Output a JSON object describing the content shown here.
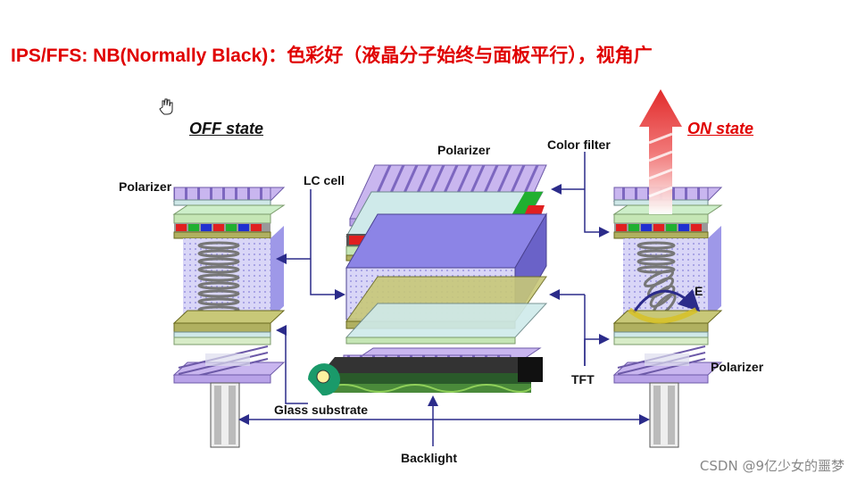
{
  "title": "IPS/FFS: NB(Normally Black)：色彩好（液晶分子始终与面板平行），视角广",
  "labels": {
    "off_state": "OFF state",
    "on_state": "ON state",
    "polarizer_left": "Polarizer",
    "lc_cell": "LC cell",
    "polarizer_top": "Polarizer",
    "color_filter": "Color filter",
    "tft": "TFT",
    "polarizer_right": "Polarizer",
    "glass_substrate": "Glass substrate",
    "backlight": "Backlight",
    "e_field": "E"
  },
  "watermark": "CSDN @9亿少女的噩梦",
  "colors": {
    "title": "#e00000",
    "on_state": "#e00000",
    "off_state": "#111111",
    "polarizer": "#b9a3e8",
    "lc_block": "#8c84e6",
    "tft_layer": "#a8a84a",
    "arrow": "#2b2b8a",
    "light_arrow": "#e8303a"
  },
  "icons": {
    "cursor": "hand-cursor-icon",
    "light_output": "red-light-arrow-icon",
    "rotation": "rotation-arrow-icon"
  }
}
